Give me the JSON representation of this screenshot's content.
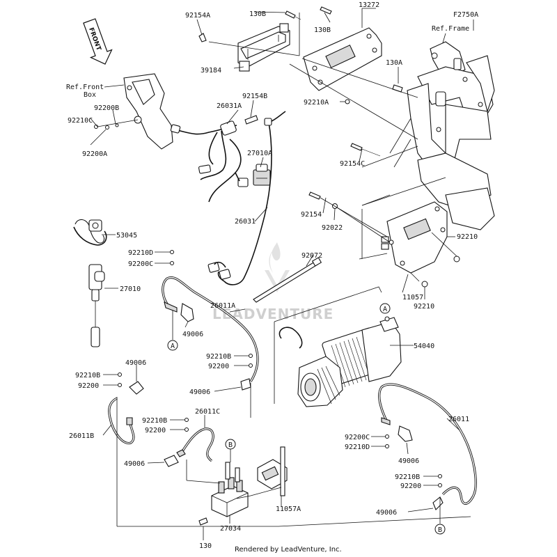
{
  "diagram": {
    "figure_code": "F2750A",
    "front_label": "FRONT",
    "watermark": "LEADVENTURE",
    "footer": "Rendered by LeadVenture, Inc.",
    "refs": {
      "frame": "Ref.Frame",
      "front_box_line1": "Ref.Front",
      "front_box_line2": "Box"
    },
    "callouts": {
      "A": "A",
      "B": "B"
    },
    "part_numbers": {
      "p92154A": "92154A",
      "p130B_top": "130B",
      "p13272": "13272",
      "p130B_side": "130B",
      "p39184": "39184",
      "p130A": "130A",
      "p92210A": "92210A",
      "p92154B": "92154B",
      "p26031A": "26031A",
      "p92200B": "92200B",
      "p92210C": "92210C",
      "p92200A": "92200A",
      "p27010A": "27010A",
      "p92154C": "92154C",
      "p92154": "92154",
      "p92022": "92022",
      "p53045": "53045",
      "p26031": "26031",
      "p92210_a": "92210",
      "p92210D_top": "92210D",
      "p92200C_top": "92200C",
      "p92072": "92072",
      "p27010": "27010",
      "p11057": "11057",
      "p92210_b": "92210",
      "p26011A": "26011A",
      "p49006_a": "49006",
      "p54040": "54040",
      "p92210B_a": "92210B",
      "p92200_a": "92200",
      "p49006_b": "49006",
      "p92210B_b": "92210B",
      "p92200_b": "92200",
      "p49006_c": "49006",
      "p26011B": "26011B",
      "p92210B_c": "92210B",
      "p92200_c": "92200",
      "p26011C": "26011C",
      "p49006_d": "49006",
      "p26011": "26011",
      "p92200C_bot": "92200C",
      "p92210D_bot": "92210D",
      "p49006_e": "49006",
      "p92210B_d": "92210B",
      "p92200_d": "92200",
      "p49006_f": "49006",
      "p11057A": "11057A",
      "p27034": "27034",
      "p130": "130"
    }
  }
}
